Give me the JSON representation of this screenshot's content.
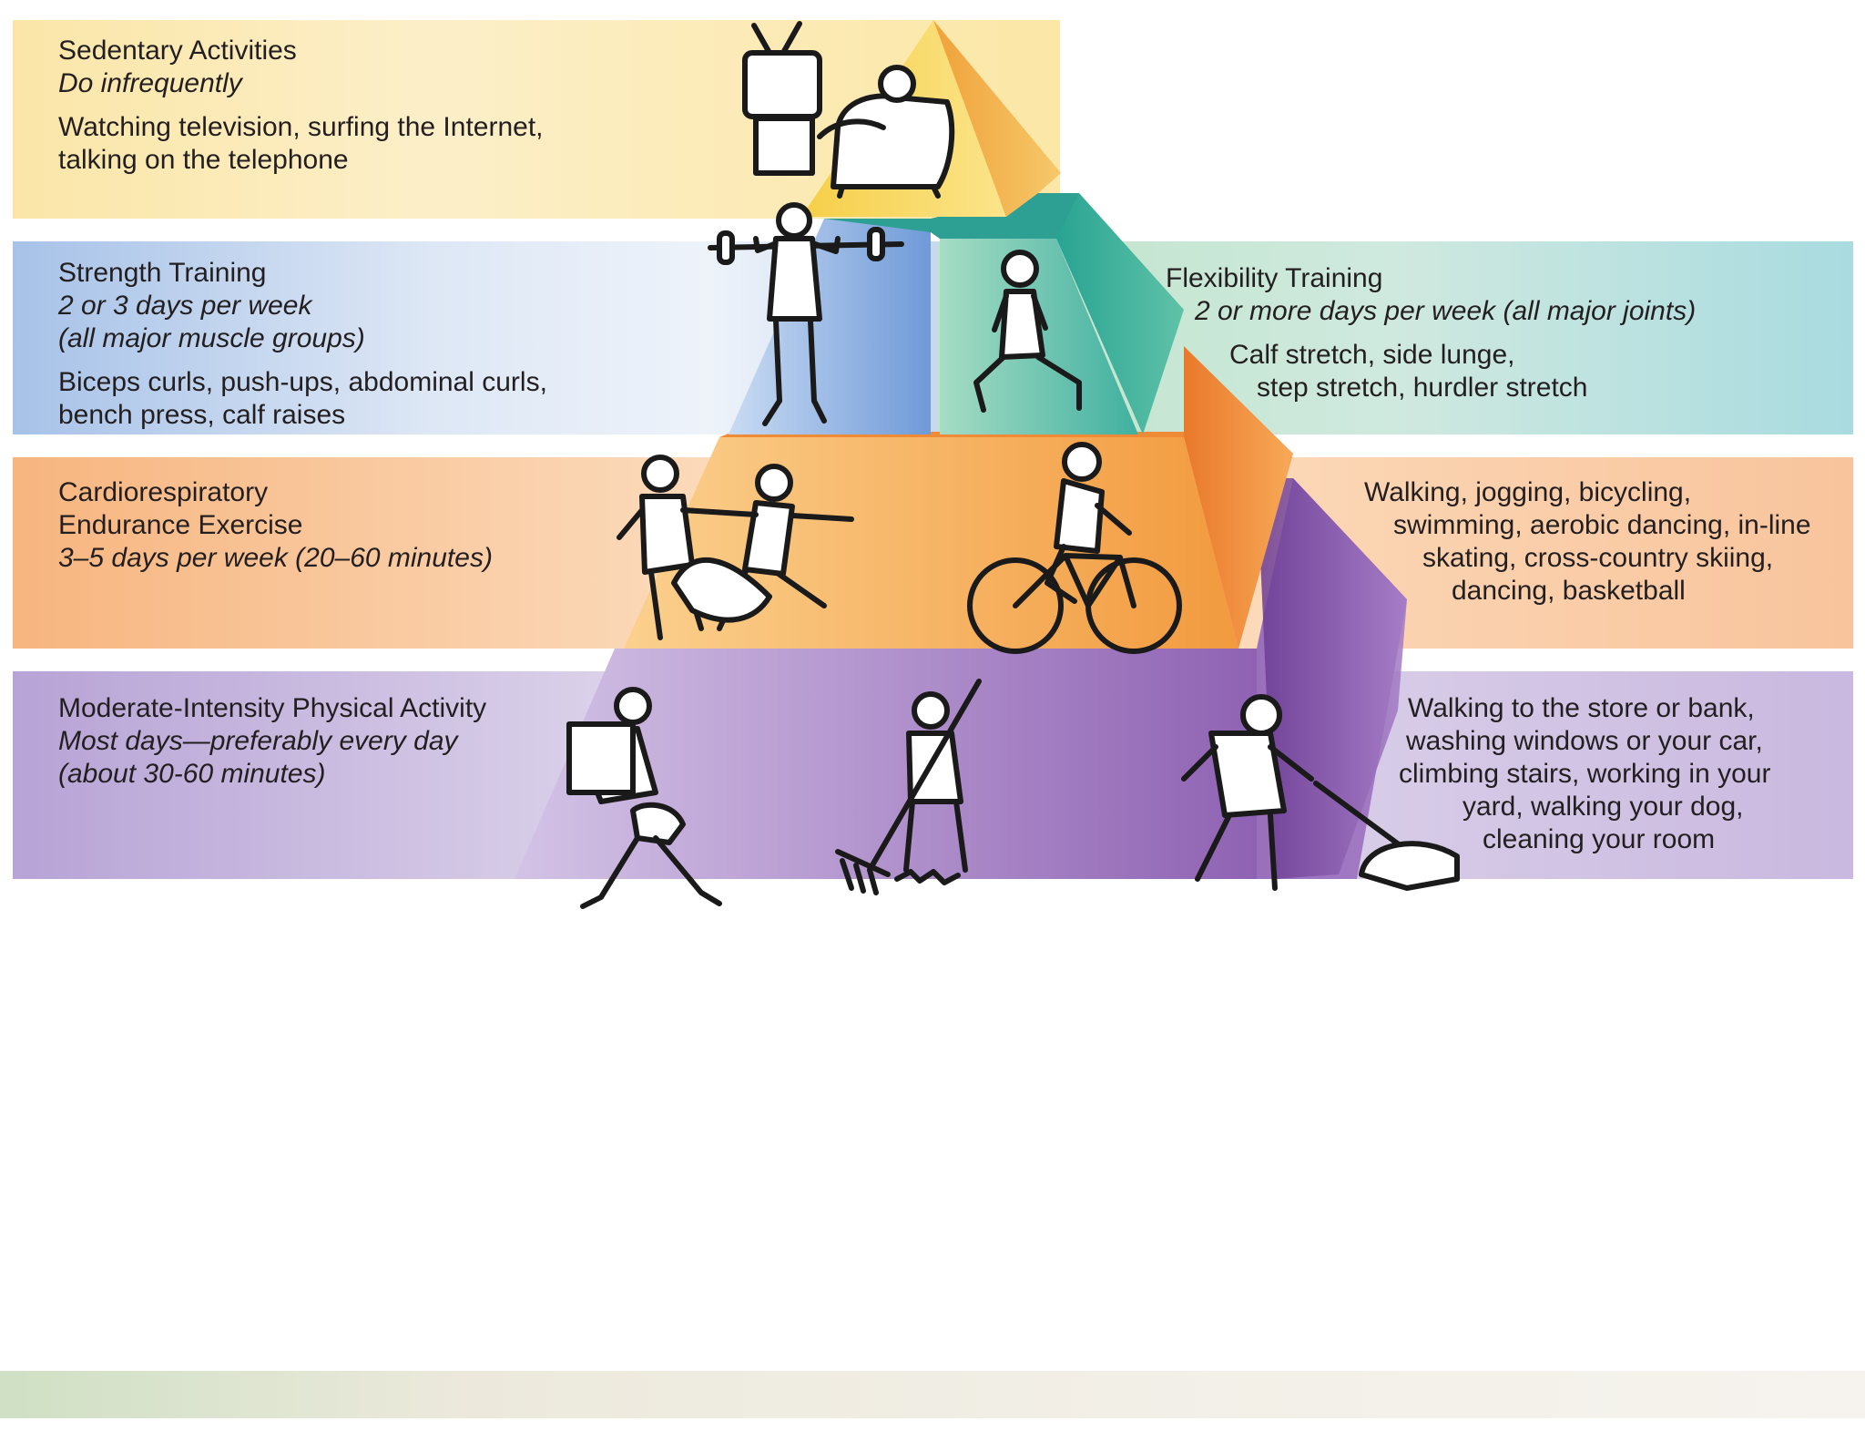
{
  "tiers": [
    {
      "id": "sedentary",
      "title": "Sedentary Activities",
      "frequency": [
        "Do infrequently"
      ],
      "examples": [
        "Watching television, surfing the Internet,",
        "talking on the telephone"
      ],
      "color": "#f7d35e"
    },
    {
      "id": "strength",
      "title": "Strength Training",
      "frequency": [
        "2 or 3 days per week",
        "(all major muscle groups)"
      ],
      "examples": [
        "Biceps curls, push-ups, abdominal curls,",
        "bench press, calf raises"
      ],
      "color": "#7ea6db"
    },
    {
      "id": "flexibility",
      "title": "Flexibility Training",
      "frequency": [
        "2 or more days per week (all major joints)"
      ],
      "examples": [
        "Calf stretch, side lunge,",
        "step stretch, hurdler stretch"
      ],
      "color": "#3fb3a3"
    },
    {
      "id": "cardio",
      "title_lines": [
        "Cardiorespiratory",
        "Endurance Exercise"
      ],
      "frequency": [
        "3–5 days per week (20–60 minutes)"
      ],
      "examples": [
        "Walking, jogging, bicycling,",
        "swimming, aerobic dancing, in-line",
        "skating, cross-country skiing,",
        "dancing, basketball"
      ],
      "color": "#f39a4b"
    },
    {
      "id": "moderate",
      "title": "Moderate-Intensity Physical Activity",
      "frequency": [
        "Most days—preferably every day",
        "(about 30-60 minutes)"
      ],
      "examples": [
        "Walking to the store or bank,",
        "washing windows or your car,",
        "climbing stairs, working in your",
        "yard, walking your dog,",
        "cleaning  your room"
      ],
      "color": "#9b6fb8"
    }
  ],
  "illustrations": [
    "tv-viewer-icon",
    "weightlifter-icon",
    "lunge-stretch-icon",
    "dancers-icon",
    "cyclist-icon",
    "shopper-icon",
    "leaf-raker-icon",
    "dog-walker-icon"
  ]
}
